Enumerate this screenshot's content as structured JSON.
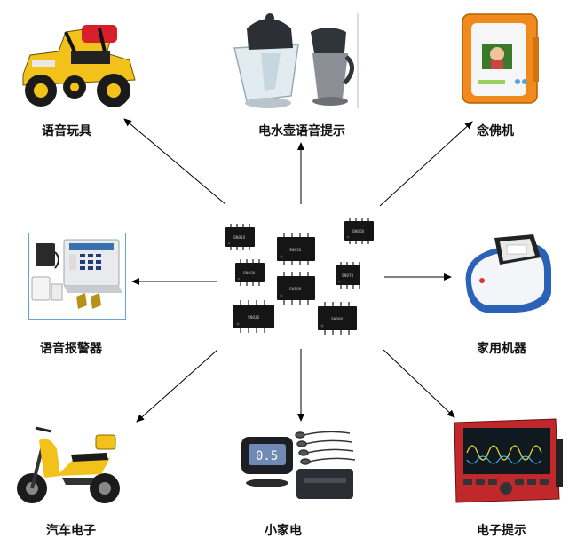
{
  "diagram": {
    "labels": {
      "top_left": "语音玩具",
      "top_center": "电水壶语音提示",
      "top_right": "念佛机",
      "middle_left": "语音报警器",
      "middle_right": "家用机器",
      "bottom_left": "汽车电子",
      "bottom_center": "小家电",
      "bottom_right": "电子提示"
    },
    "chips": [
      {
        "text": "SN010"
      },
      {
        "text": "SN030"
      },
      {
        "text": "SN050"
      },
      {
        "text": "SN060"
      },
      {
        "text": "SN070"
      },
      {
        "text": "SN100"
      },
      {
        "text": "SN020"
      },
      {
        "text": "SN080"
      }
    ],
    "devices": {
      "top_left": "toy-car-icon",
      "top_center": "electric-kettle-icon",
      "top_right": "buddha-chant-player-icon",
      "middle_left": "voice-alarm-kit-icon",
      "middle_right": "home-appliance-device-icon",
      "bottom_left": "electric-scooter-icon",
      "bottom_center": "parking-sensor-kit-icon",
      "bottom_right": "oscilloscope-meter-icon"
    },
    "colors": {
      "arrow": "#000000",
      "chip_body": "#151515",
      "toy_yellow": "#f2c21a",
      "plastic_orange": "#f08a1c",
      "meter_red": "#c0282b"
    }
  }
}
